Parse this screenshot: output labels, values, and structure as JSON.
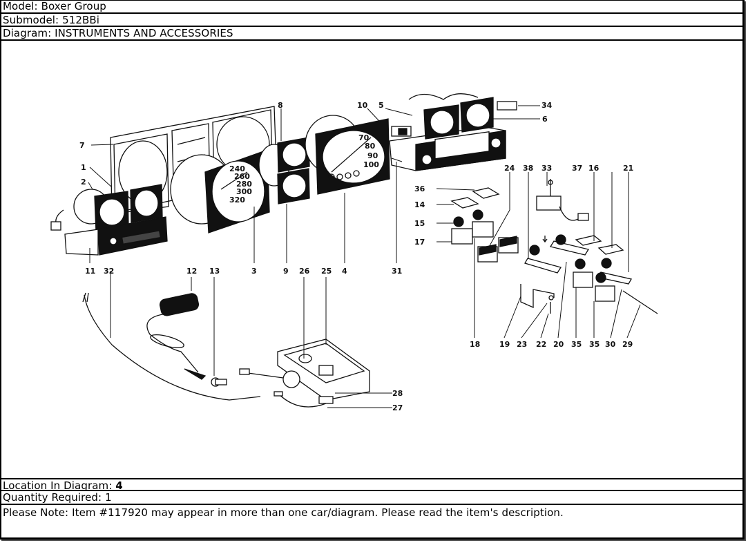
{
  "header": {
    "model_label": "Model:",
    "model_value": "Boxer Group",
    "submodel_label": "Submodel:",
    "submodel_value": "512BBi",
    "diagram_label": "Diagram:",
    "diagram_value": "INSTRUMENTS AND ACCESSORIES"
  },
  "diagram": {
    "title": "INSTRUMENTS AND ACCESSORIES",
    "callouts": [
      "1",
      "2",
      "3",
      "4",
      "5",
      "6",
      "7",
      "8",
      "9",
      "10",
      "11",
      "12",
      "13",
      "14",
      "15",
      "16",
      "17",
      "18",
      "19",
      "20",
      "21",
      "22",
      "23",
      "24",
      "25",
      "26",
      "27",
      "28",
      "29",
      "30",
      "31",
      "32",
      "33",
      "34",
      "35",
      "35",
      "36",
      "37",
      "38"
    ],
    "gauge_marks": {
      "tach": [
        "240",
        "260",
        "280",
        "300",
        "320"
      ],
      "speedo": [
        "70",
        "80",
        "90",
        "100"
      ]
    }
  },
  "footer": {
    "location_label": "Location In Diagram:",
    "location_value": "4",
    "quantity_label": "Quantity Required:",
    "quantity_value": "1",
    "note": "Please Note: Item #117920 may appear in more than one car/diagram. Please read the item's description."
  }
}
